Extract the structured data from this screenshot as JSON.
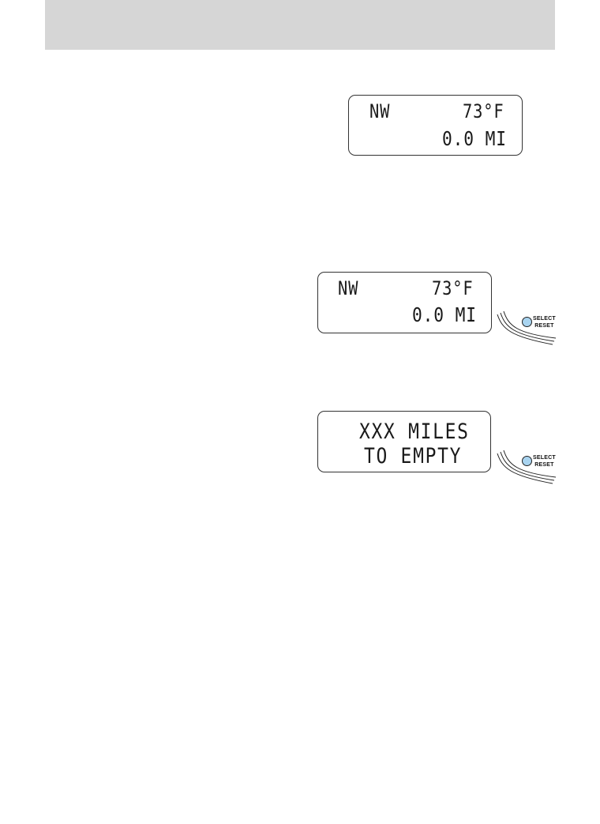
{
  "header": {},
  "display_1": {
    "direction": "NW",
    "temperature": "73°F",
    "odometer": "0.0 MI"
  },
  "display_2": {
    "direction": "NW",
    "temperature": "73°F",
    "odometer": "0.0 MI",
    "button": {
      "label_line1": "SELECT",
      "label_line2": "RESET"
    }
  },
  "display_3": {
    "line1": "XXX MILES",
    "line2": "TO EMPTY",
    "button": {
      "label_line1": "SELECT",
      "label_line2": "RESET"
    }
  },
  "colors": {
    "header_band": "#d6d6d6",
    "button_fill": "#a9d4f0",
    "outline": "#333333"
  },
  "icons": [
    "select-reset-button-icon",
    "dashboard-edge-lines"
  ]
}
